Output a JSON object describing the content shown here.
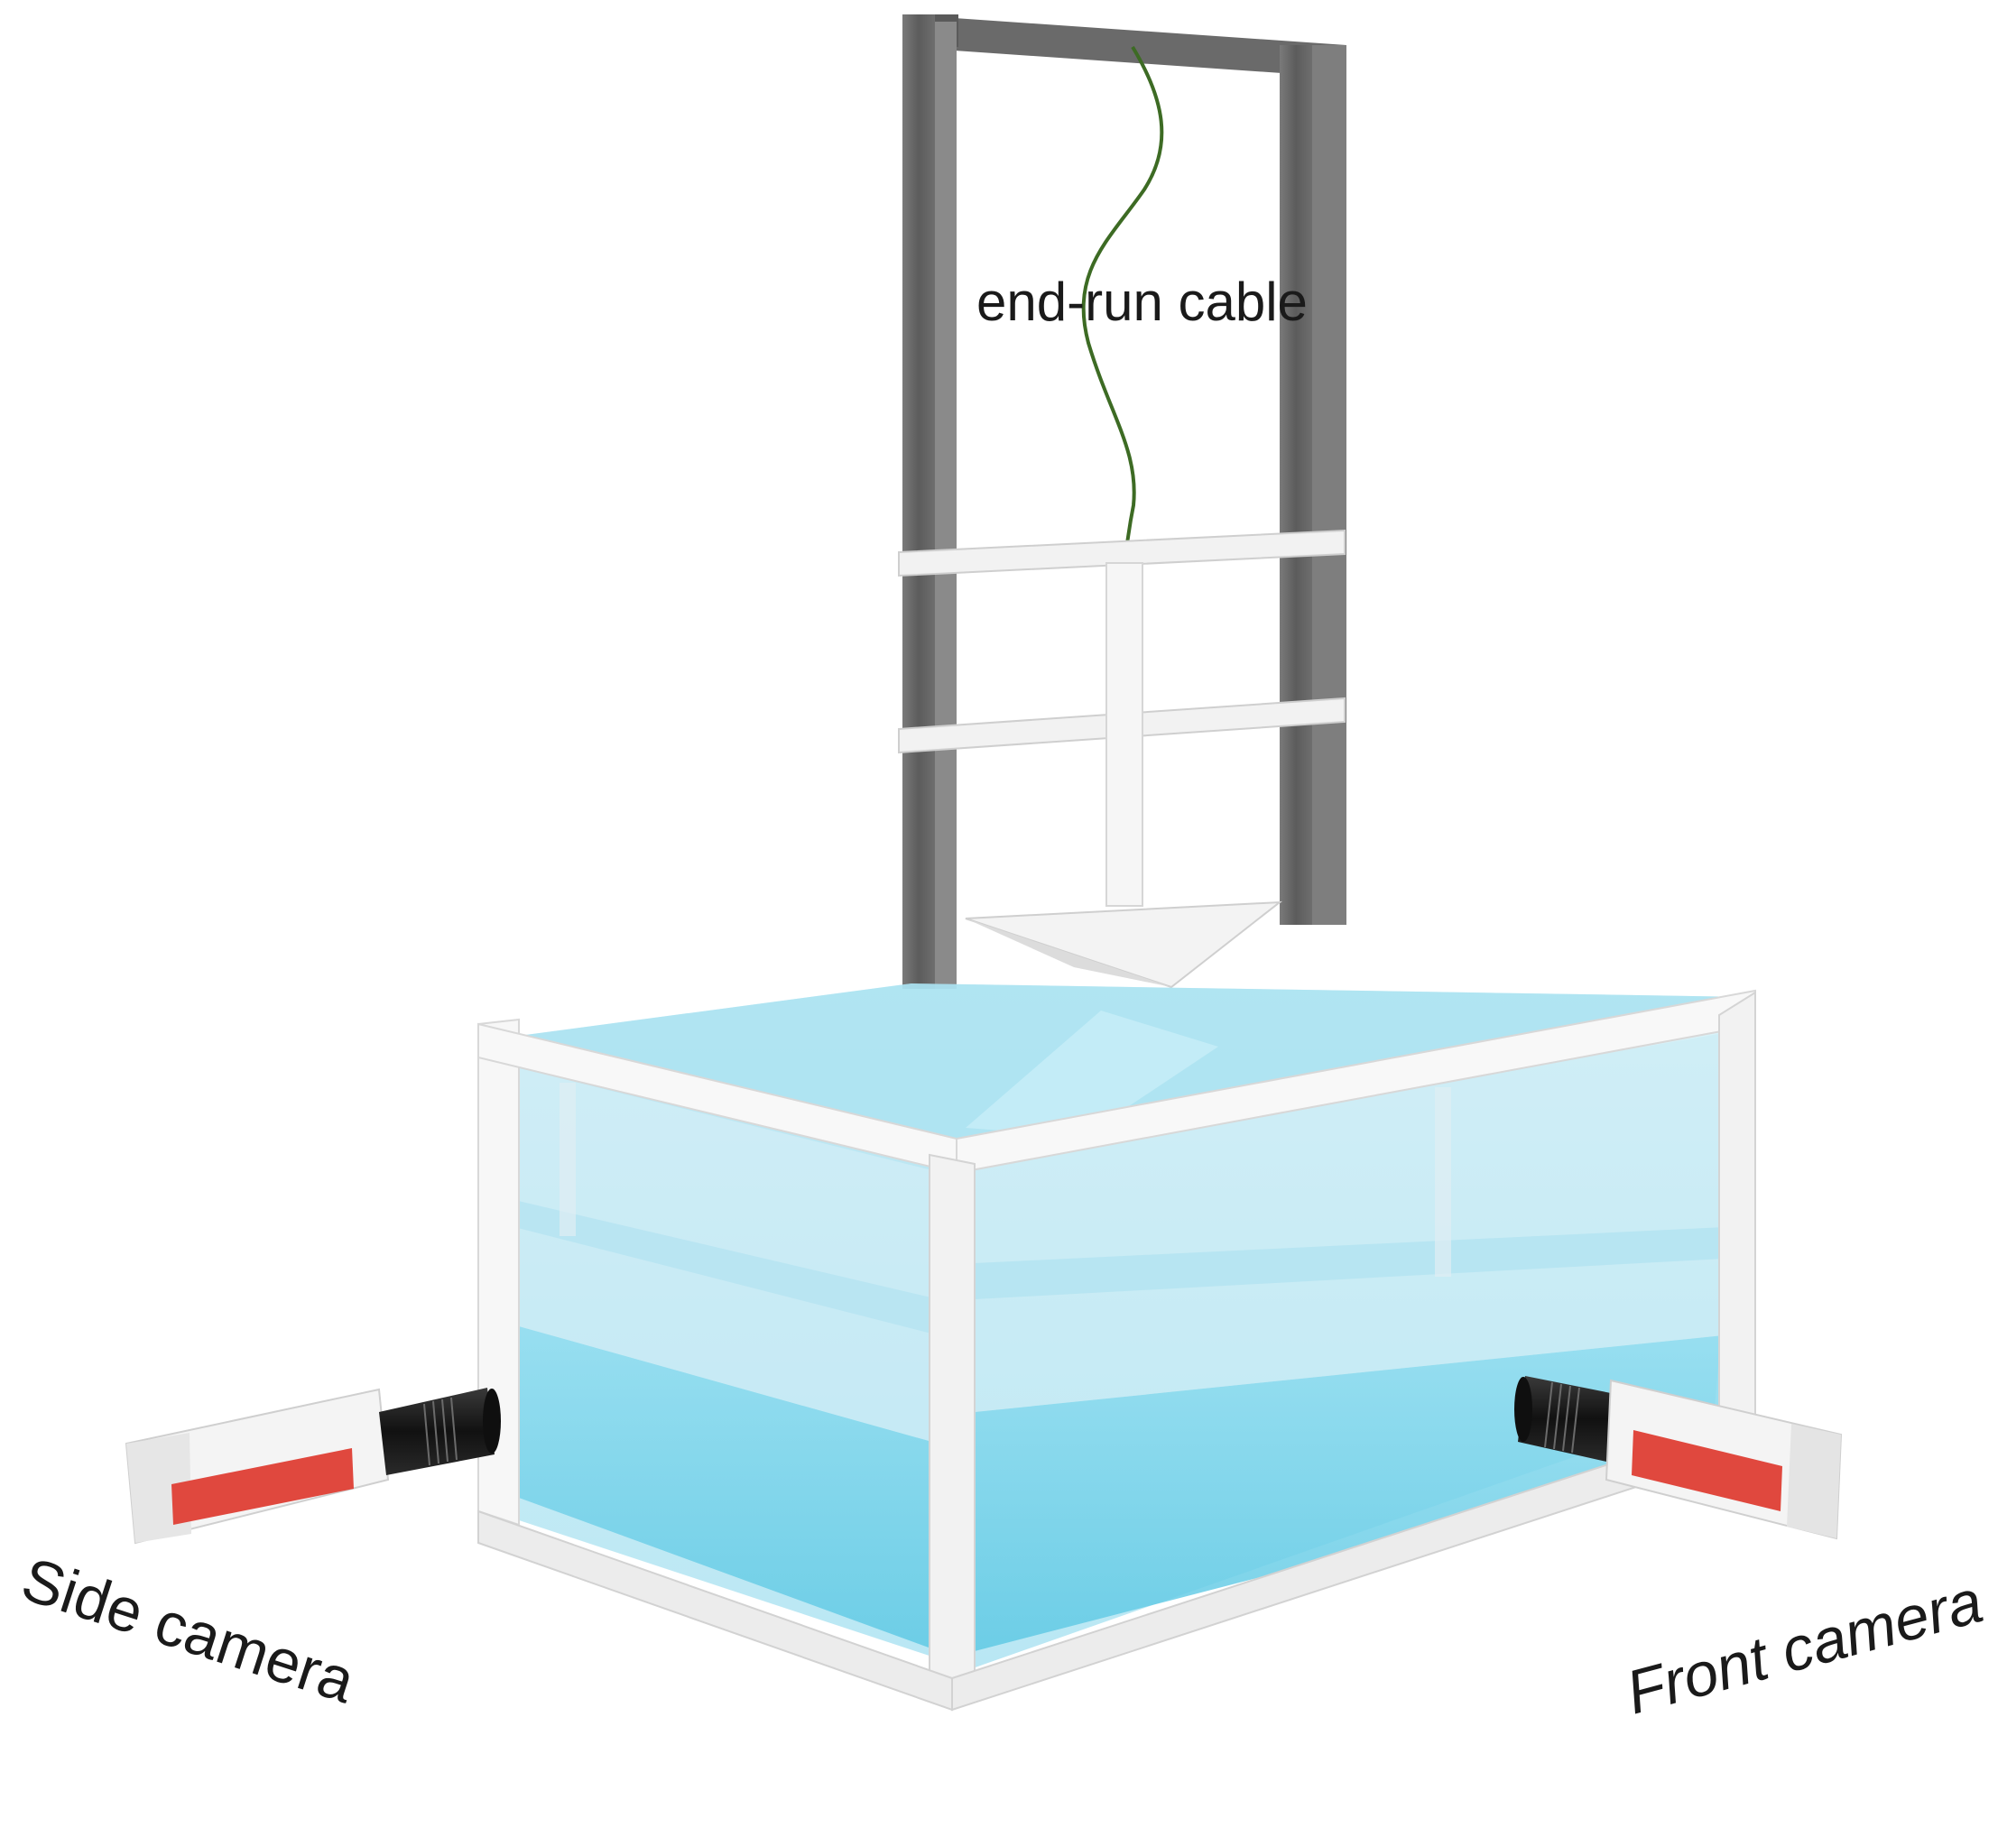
{
  "labels": {
    "cable": "end-run cable",
    "side_camera": "Side camera",
    "front_camera": "Front camera"
  },
  "colors": {
    "frame": "#6f6f6f",
    "frame_dark": "#555555",
    "tank_frame": "#f4f4f4",
    "water": "#7fd0e6",
    "cable": "#3d6b24",
    "camera_panel": "#e0483e",
    "lens": "#1c1c1c"
  },
  "icons": {
    "side_camera": "camera-icon",
    "front_camera": "camera-icon"
  }
}
